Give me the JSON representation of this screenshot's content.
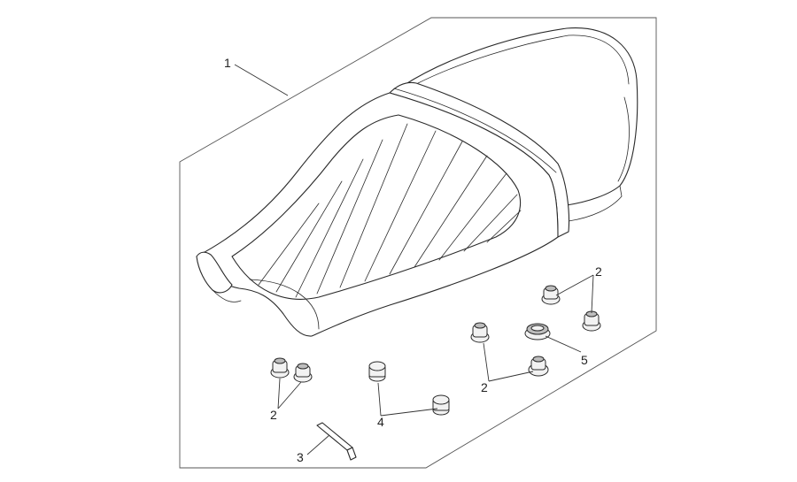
{
  "callouts": {
    "seat": "1",
    "fastener": "2",
    "key": "3",
    "spacer": "4",
    "grommet": "5"
  },
  "colors": {
    "line": "#2a2a2a",
    "frame": "#555555",
    "background": "#ffffff"
  }
}
